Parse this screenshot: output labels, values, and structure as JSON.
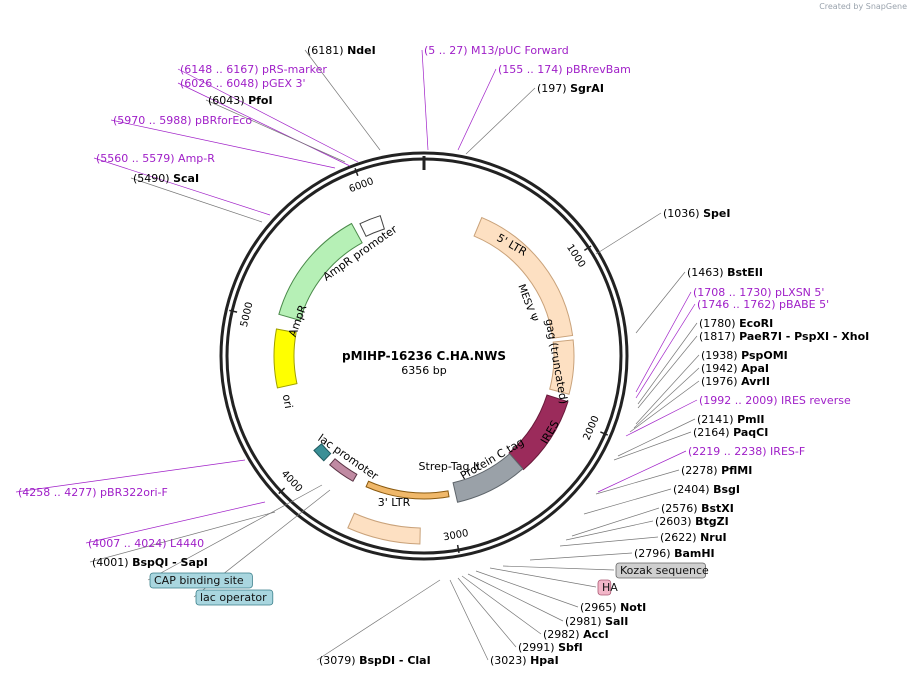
{
  "watermark": "Created by SnapGene",
  "title": "pMIHP-16236 C.HA.NWS",
  "length_text": "6356 bp",
  "ticks": [
    "1000",
    "2000",
    "3000",
    "4000",
    "5000",
    "6000"
  ],
  "features": [
    {
      "name": "5' LTR",
      "color": "#fde0c2"
    },
    {
      "name": "MESV Ψ",
      "color": "#fde0c2"
    },
    {
      "name": "gag (truncated)",
      "color": "#9b2b5b"
    },
    {
      "name": "IRES",
      "color": "#9aa1a8"
    },
    {
      "name": "Strep-Tag II",
      "color": "#c08aa2"
    },
    {
      "name": "Protein C tag",
      "color": "#c08aa2"
    },
    {
      "name": "3' LTR",
      "color": "#fde0c2"
    },
    {
      "name": "lac promoter",
      "color": "#3a8f96"
    },
    {
      "name": "ori",
      "color": "#ffff00"
    },
    {
      "name": "AmpR",
      "color": "#b6f0b6"
    },
    {
      "name": "AmpR promoter",
      "color": "#ffffff"
    }
  ],
  "labels": [
    {
      "pos": "(6181)",
      "name": "NdeI",
      "kind": "enzyme"
    },
    {
      "pos": "(5 .. 27)",
      "name": "M13/pUC Forward",
      "kind": "primer"
    },
    {
      "pos": "(155 .. 174)",
      "name": "pBRrevBam",
      "kind": "primer"
    },
    {
      "pos": "(197)",
      "name": "SgrAI",
      "kind": "enzyme"
    },
    {
      "pos": "(6148 .. 6167)",
      "name": "pRS-marker",
      "kind": "primer"
    },
    {
      "pos": "(6026 .. 6048)",
      "name": "pGEX 3'",
      "kind": "primer"
    },
    {
      "pos": "(6043)",
      "name": "PfoI",
      "kind": "enzyme"
    },
    {
      "pos": "(5970 .. 5988)",
      "name": "pBRforEco",
      "kind": "primer"
    },
    {
      "pos": "(5560 .. 5579)",
      "name": "Amp-R",
      "kind": "primer"
    },
    {
      "pos": "(5490)",
      "name": "ScaI",
      "kind": "enzyme"
    },
    {
      "pos": "(1036)",
      "name": "SpeI",
      "kind": "enzyme"
    },
    {
      "pos": "(1463)",
      "name": "BstEII",
      "kind": "enzyme"
    },
    {
      "pos": "(1708 .. 1730)",
      "name": "pLXSN 5'",
      "kind": "primer"
    },
    {
      "pos": "(1746 .. 1762)",
      "name": "pBABE 5'",
      "kind": "primer"
    },
    {
      "pos": "(1780)",
      "name": "EcoRI",
      "kind": "enzyme"
    },
    {
      "pos": "(1817)",
      "name": "PaeR7I - PspXI - XhoI",
      "kind": "enzyme"
    },
    {
      "pos": "(1938)",
      "name": "PspOMI",
      "kind": "enzyme"
    },
    {
      "pos": "(1942)",
      "name": "ApaI",
      "kind": "enzyme"
    },
    {
      "pos": "(1976)",
      "name": "AvrII",
      "kind": "enzyme"
    },
    {
      "pos": "(1992 .. 2009)",
      "name": "IRES reverse",
      "kind": "primer"
    },
    {
      "pos": "(2141)",
      "name": "PmlI",
      "kind": "enzyme"
    },
    {
      "pos": "(2164)",
      "name": "PaqCI",
      "kind": "enzyme"
    },
    {
      "pos": "(2219 .. 2238)",
      "name": "IRES-F",
      "kind": "primer"
    },
    {
      "pos": "(2278)",
      "name": "PflMI",
      "kind": "enzyme"
    },
    {
      "pos": "(2404)",
      "name": "BsgI",
      "kind": "enzyme"
    },
    {
      "pos": "(2576)",
      "name": "BstXI",
      "kind": "enzyme"
    },
    {
      "pos": "(2603)",
      "name": "BtgZI",
      "kind": "enzyme"
    },
    {
      "pos": "(2622)",
      "name": "NruI",
      "kind": "enzyme"
    },
    {
      "pos": "(2796)",
      "name": "BamHI",
      "kind": "enzyme"
    },
    {
      "pos": "",
      "name": "Kozak sequence",
      "kind": "boxgray"
    },
    {
      "pos": "",
      "name": "HA",
      "kind": "boxpink"
    },
    {
      "pos": "(2965)",
      "name": "NotI",
      "kind": "enzyme"
    },
    {
      "pos": "(2981)",
      "name": "SalI",
      "kind": "enzyme"
    },
    {
      "pos": "(2982)",
      "name": "AccI",
      "kind": "enzyme"
    },
    {
      "pos": "(2991)",
      "name": "SbfI",
      "kind": "enzyme"
    },
    {
      "pos": "(3023)",
      "name": "HpaI",
      "kind": "enzyme"
    },
    {
      "pos": "(3079)",
      "name": "BspDI - ClaI",
      "kind": "enzyme"
    },
    {
      "pos": "(4258 .. 4277)",
      "name": "pBR322ori-F",
      "kind": "primer"
    },
    {
      "pos": "(4007 .. 4024)",
      "name": "L4440",
      "kind": "primer"
    },
    {
      "pos": "(4001)",
      "name": "BspQI - SapI",
      "kind": "enzyme"
    },
    {
      "pos": "",
      "name": "CAP binding site",
      "kind": "boxteal"
    },
    {
      "pos": "",
      "name": "lac operator",
      "kind": "boxteal"
    }
  ]
}
